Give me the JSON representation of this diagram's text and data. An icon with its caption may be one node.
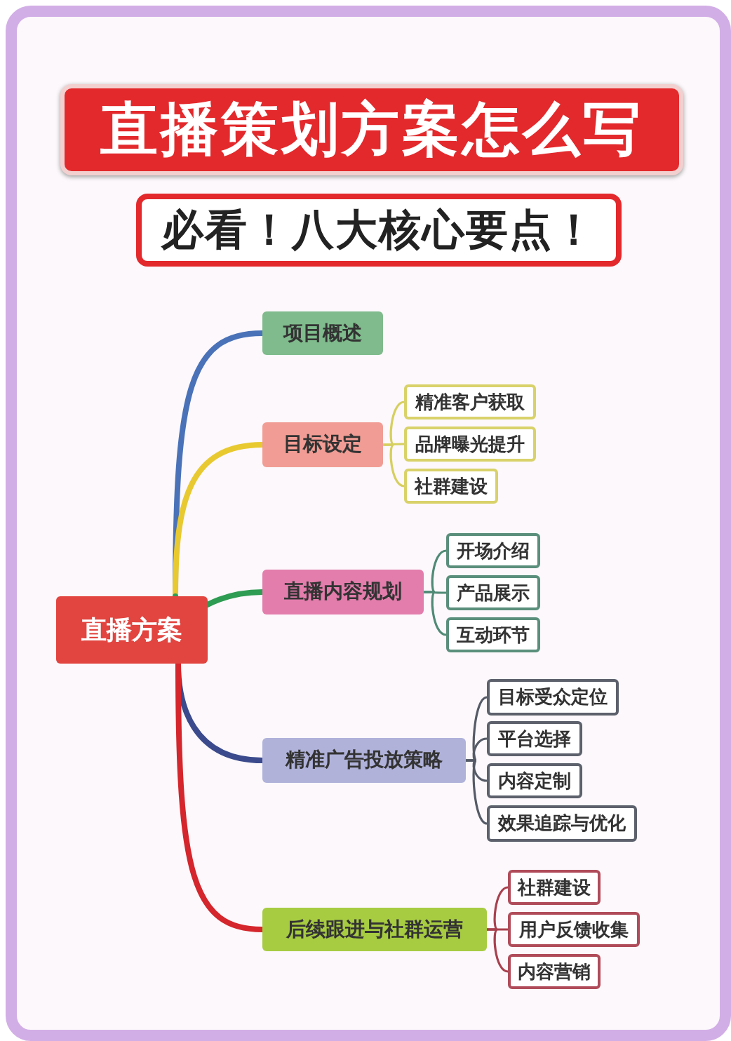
{
  "diagram": {
    "title": "直播策划方案怎么写",
    "nodes": [
      {
        "text": [
          "必看！八大核心要点！"
        ]
      },
      {
        "text": [
          "直播方案"
        ]
      },
      {
        "text": [
          "项目概述"
        ]
      },
      {
        "text": [
          "目标设定"
        ]
      },
      {
        "text": [
          "精准客户获取"
        ]
      },
      {
        "text": [
          "品牌曝光提升"
        ]
      },
      {
        "text": [
          "社群建设"
        ]
      },
      {
        "text": [
          "直播内容规划"
        ]
      },
      {
        "text": [
          "开场介绍"
        ]
      },
      {
        "text": [
          "产品展示"
        ]
      },
      {
        "text": [
          "互动环节"
        ]
      },
      {
        "text": [
          "精准广告投放策略"
        ]
      },
      {
        "text": [
          "目标受众定位"
        ]
      },
      {
        "text": [
          "平台选择"
        ]
      },
      {
        "text": [
          "内容定制"
        ]
      },
      {
        "text": [
          "效果追踪与优化"
        ]
      },
      {
        "text": [
          "后续跟进与社群运营"
        ]
      },
      {
        "text": [
          "社群建设"
        ]
      },
      {
        "text": [
          "用户反馈收集"
        ]
      },
      {
        "text": [
          "内容营销"
        ]
      }
    ],
    "edges": [
      {
        "from": 1,
        "to": 2,
        "arrow": "none",
        "style": "thick",
        "color": "#4a72b8"
      },
      {
        "from": 1,
        "to": 3,
        "arrow": "none",
        "style": "thick",
        "color": "#e8c930"
      },
      {
        "from": 1,
        "to": 7,
        "arrow": "none",
        "style": "thick",
        "color": "#2e9c52"
      },
      {
        "from": 1,
        "to": 11,
        "arrow": "none",
        "style": "thick",
        "color": "#3b4a8c"
      },
      {
        "from": 1,
        "to": 16,
        "arrow": "none",
        "style": "thick",
        "color": "#d4262c"
      },
      {
        "from": 3,
        "to": 4,
        "arrow": "none",
        "color": "#d6cf5e"
      },
      {
        "from": 3,
        "to": 5,
        "arrow": "none",
        "color": "#d6cf5e"
      },
      {
        "from": 3,
        "to": 6,
        "arrow": "none",
        "color": "#d6cf5e"
      },
      {
        "from": 7,
        "to": 8,
        "arrow": "none",
        "color": "#4f8a76"
      },
      {
        "from": 7,
        "to": 9,
        "arrow": "none",
        "color": "#4f8a76"
      },
      {
        "from": 7,
        "to": 10,
        "arrow": "none",
        "color": "#4f8a76"
      },
      {
        "from": 11,
        "to": 12,
        "arrow": "none",
        "color": "#555a66"
      },
      {
        "from": 11,
        "to": 13,
        "arrow": "none",
        "color": "#555a66"
      },
      {
        "from": 11,
        "to": 14,
        "arrow": "none",
        "color": "#555a66"
      },
      {
        "from": 11,
        "to": 15,
        "arrow": "none",
        "color": "#555a66"
      },
      {
        "from": 16,
        "to": 17,
        "arrow": "none",
        "color": "#a8404e"
      },
      {
        "from": 16,
        "to": 18,
        "arrow": "none",
        "color": "#a8404e"
      },
      {
        "from": 16,
        "to": 19,
        "arrow": "none",
        "color": "#a8404e"
      }
    ]
  }
}
